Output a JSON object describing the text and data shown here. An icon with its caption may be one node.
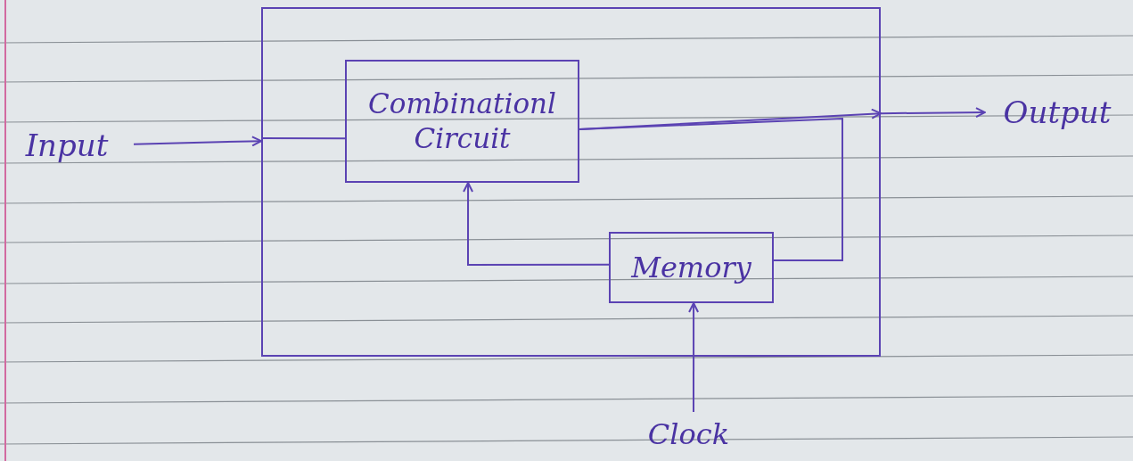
{
  "diagram": {
    "nodes": [
      {
        "text": [],
        "shape": "box"
      },
      {
        "text": [
          "Input"
        ]
      },
      {
        "text": [
          "Combinationl Circuit"
        ],
        "in": 0
      },
      {
        "text": [
          "Memory"
        ],
        "in": 0
      },
      {
        "text": [
          "Output"
        ]
      },
      {
        "text": [
          "Clock"
        ]
      }
    ],
    "edges": [
      {
        "from": 1,
        "to": 0,
        "arrow": "to"
      },
      {
        "from": 0,
        "to": 2,
        "arrow": "none"
      },
      {
        "from": 2,
        "to": 0,
        "arrow": "to"
      },
      {
        "from": 0,
        "to": 4,
        "arrow": "to"
      },
      {
        "from": 2,
        "to": 3,
        "arrow": "none"
      },
      {
        "from": 3,
        "to": 2,
        "arrow": "to"
      },
      {
        "from": 5,
        "to": 3,
        "arrow": "to"
      }
    ]
  }
}
